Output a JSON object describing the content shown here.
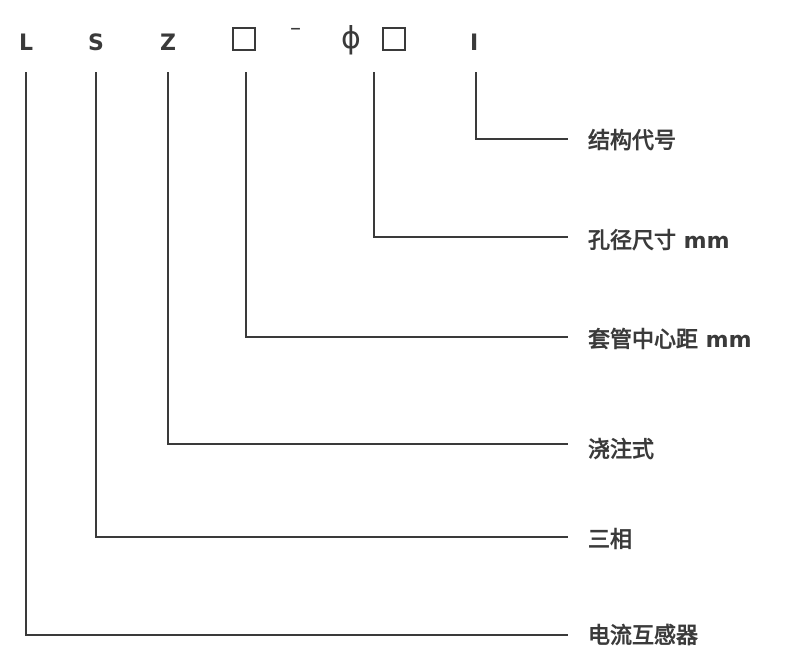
{
  "model_code": {
    "letters": [
      "L",
      "S",
      "Z",
      "I"
    ],
    "dash": "–",
    "phi": "ϕ"
  },
  "labels": [
    "结构代号",
    "孔径尺寸  mm",
    "套管中心距  mm",
    "浇注式",
    "三相",
    "电流互感器"
  ]
}
